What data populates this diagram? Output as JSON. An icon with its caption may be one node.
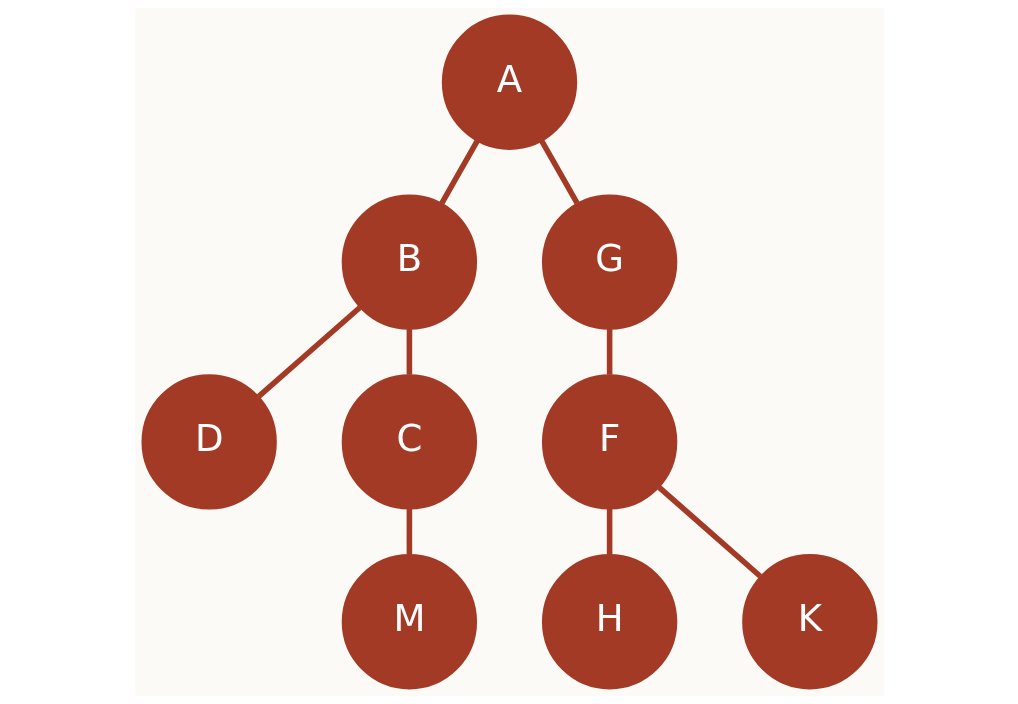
{
  "diagram": {
    "nodes": [
      {
        "text": [
          "A"
        ]
      },
      {
        "text": [
          "B"
        ]
      },
      {
        "text": [
          "G"
        ]
      },
      {
        "text": [
          "D"
        ]
      },
      {
        "text": [
          "C"
        ]
      },
      {
        "text": [
          "F"
        ]
      },
      {
        "text": [
          "M"
        ]
      },
      {
        "text": [
          "H"
        ]
      },
      {
        "text": [
          "K"
        ]
      }
    ],
    "edges": [
      {
        "from": 0,
        "to": 1,
        "arrow": "none"
      },
      {
        "from": 0,
        "to": 2,
        "arrow": "none"
      },
      {
        "from": 1,
        "to": 3,
        "arrow": "none"
      },
      {
        "from": 1,
        "to": 4,
        "arrow": "none"
      },
      {
        "from": 2,
        "to": 5,
        "arrow": "none"
      },
      {
        "from": 4,
        "to": 6,
        "arrow": "none"
      },
      {
        "from": 5,
        "to": 7,
        "arrow": "none"
      },
      {
        "from": 5,
        "to": 8,
        "arrow": "none"
      }
    ]
  }
}
